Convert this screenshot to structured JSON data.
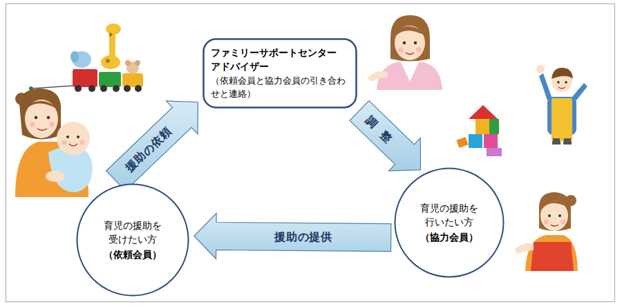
{
  "diagram": {
    "nodes": [
      {
        "text": [
          "ファミリーサポートセンター アドバイザー",
          "（依頼会員と協力会員の引き合わせと連絡）"
        ]
      },
      {
        "text": [
          "育児の援助を 受けたい方",
          "（依頼会員）"
        ]
      },
      {
        "text": [
          "育児の援助を 行いたい方",
          "（協力会員）"
        ]
      }
    ],
    "edges": [
      {
        "from": 1,
        "to": 0,
        "label": "援助の依頼",
        "arrow": "to"
      },
      {
        "from": 0,
        "to": 2,
        "label": "調整",
        "arrow": "to"
      },
      {
        "from": 2,
        "to": 1,
        "label": "援助の提供",
        "arrow": "to"
      }
    ]
  }
}
